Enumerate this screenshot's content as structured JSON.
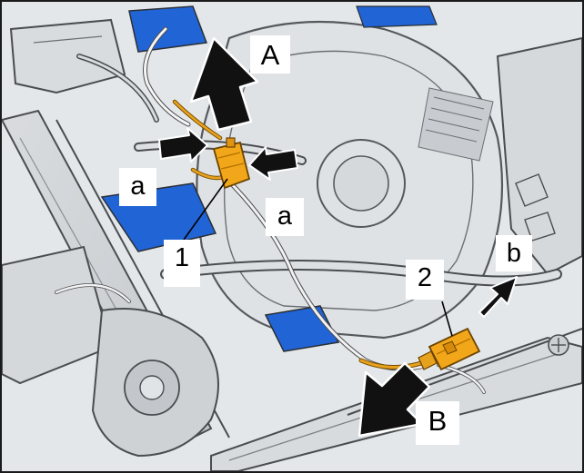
{
  "figure": {
    "callouts": {
      "arrow_a": "A",
      "arrow_b": "B",
      "tab_left": "a",
      "tab_right": "a",
      "disconnect_b": "b",
      "part_1": "1",
      "part_2": "2"
    },
    "colors": {
      "connector": "#f2a71b",
      "connector_dark": "#b87400",
      "wire": "#e6a21c",
      "panel_blue": "#2164d6",
      "background_gray": "#e3e6e8",
      "line": "#4a4d50",
      "arrow": "#111111"
    }
  }
}
